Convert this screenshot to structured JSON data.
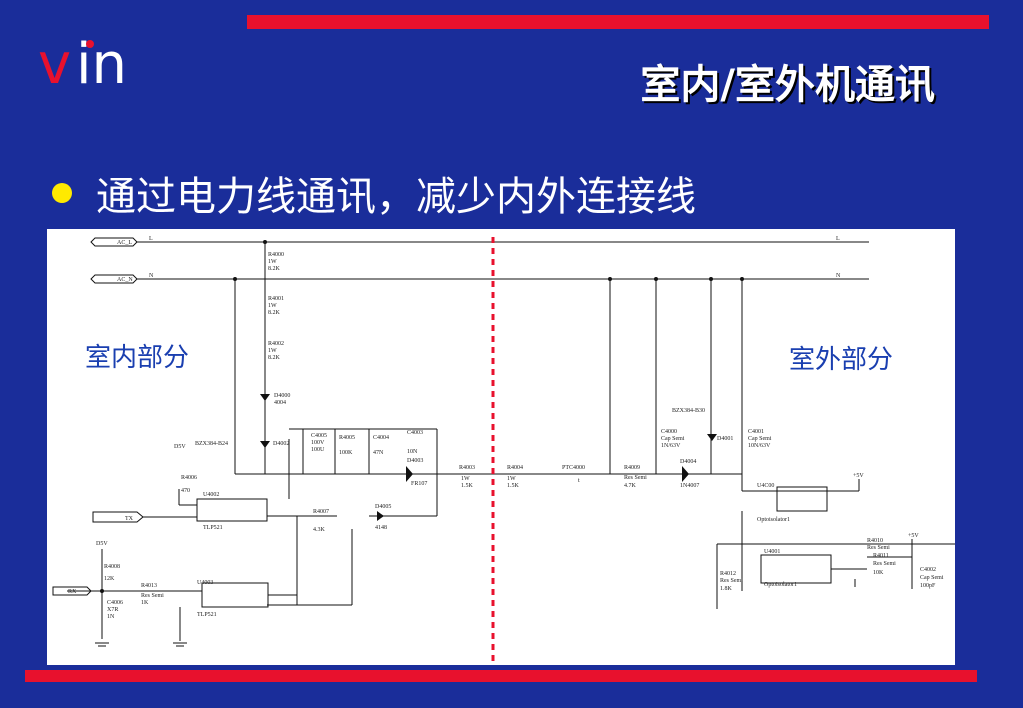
{
  "slide": {
    "title": "室内/室外机通讯",
    "bullet": "通过电力线通讯，减少内外连接线",
    "logo_parts": {
      "first": "v",
      "rest": "in"
    }
  },
  "diagram": {
    "indoor_label": "室内部分",
    "outdoor_label": "室外部分",
    "colors": {
      "background": "#1a2d9a",
      "accent_red": "#e8112d",
      "bullet_yellow": "#ffea00",
      "label_blue": "#1a3fb0"
    },
    "text": {
      "ac_l": "AC_L",
      "ac_n": "AC_N",
      "l": "L",
      "n": "N",
      "r4000": [
        "R4000",
        "1W",
        "8.2K"
      ],
      "r4001": [
        "R4001",
        "1W",
        "8.2K"
      ],
      "r4002": [
        "R4002",
        "1W",
        "8.2K"
      ],
      "d4000": [
        "D4000",
        "4004"
      ],
      "bzx_left": "BZX384-B24",
      "d4002": "D4002",
      "c4005": [
        "C4005",
        "100V",
        "100U"
      ],
      "r4005": [
        "R4005",
        "100K"
      ],
      "c4004": [
        "C4004",
        "47N"
      ],
      "c4003": [
        "C4003",
        "10N"
      ],
      "d4003": [
        "D4003",
        "FR107"
      ],
      "d5v_a": "D5V",
      "r4006": [
        "R4006",
        "470"
      ],
      "u4002": [
        "U4002",
        "TLP521"
      ],
      "tx": "TX",
      "r4007": [
        "R4007",
        "4.3K"
      ],
      "d4005": [
        "D4005",
        "4148"
      ],
      "d5v_b": "D5V",
      "r4008": [
        "R4008",
        "12K"
      ],
      "rx": "RX",
      "r4013": [
        "R4013",
        "Res Semi",
        "1K"
      ],
      "u4003": [
        "U4003",
        "TLP521"
      ],
      "c4006": [
        "C4006",
        "X7R",
        "1N"
      ],
      "r4003": [
        "R4003",
        "1W",
        "1.5K"
      ],
      "r4004": [
        "R4004",
        "1W",
        "1.5K"
      ],
      "ptc4000": [
        "PTC4000",
        "t"
      ],
      "r4009": [
        "R4009",
        "Res Semi",
        "4.7K"
      ],
      "d4004": [
        "D4004",
        "1N4007"
      ],
      "c4000": [
        "C4000",
        "Cap Semi",
        "1N/63V"
      ],
      "bzx_right": "BZX384-B30",
      "d4001": "D4001",
      "c4001": [
        "C4001",
        "Cap Semi",
        "10N/63V"
      ],
      "u4c00": [
        "U4C00",
        "Optoisolator1"
      ],
      "plus5v_a": "+5V",
      "plus5v_b": "+5V",
      "u4001": [
        "U4001",
        "Optoisolator1"
      ],
      "r4012": [
        "R4012",
        "Res Semi",
        "1.8K"
      ],
      "r4010": [
        "R4010",
        "Res Semi"
      ],
      "r4011": [
        "R4011",
        "Res Semi",
        "10K"
      ],
      "c4002": [
        "C4002",
        "Cap Semi",
        "100pF"
      ]
    }
  }
}
